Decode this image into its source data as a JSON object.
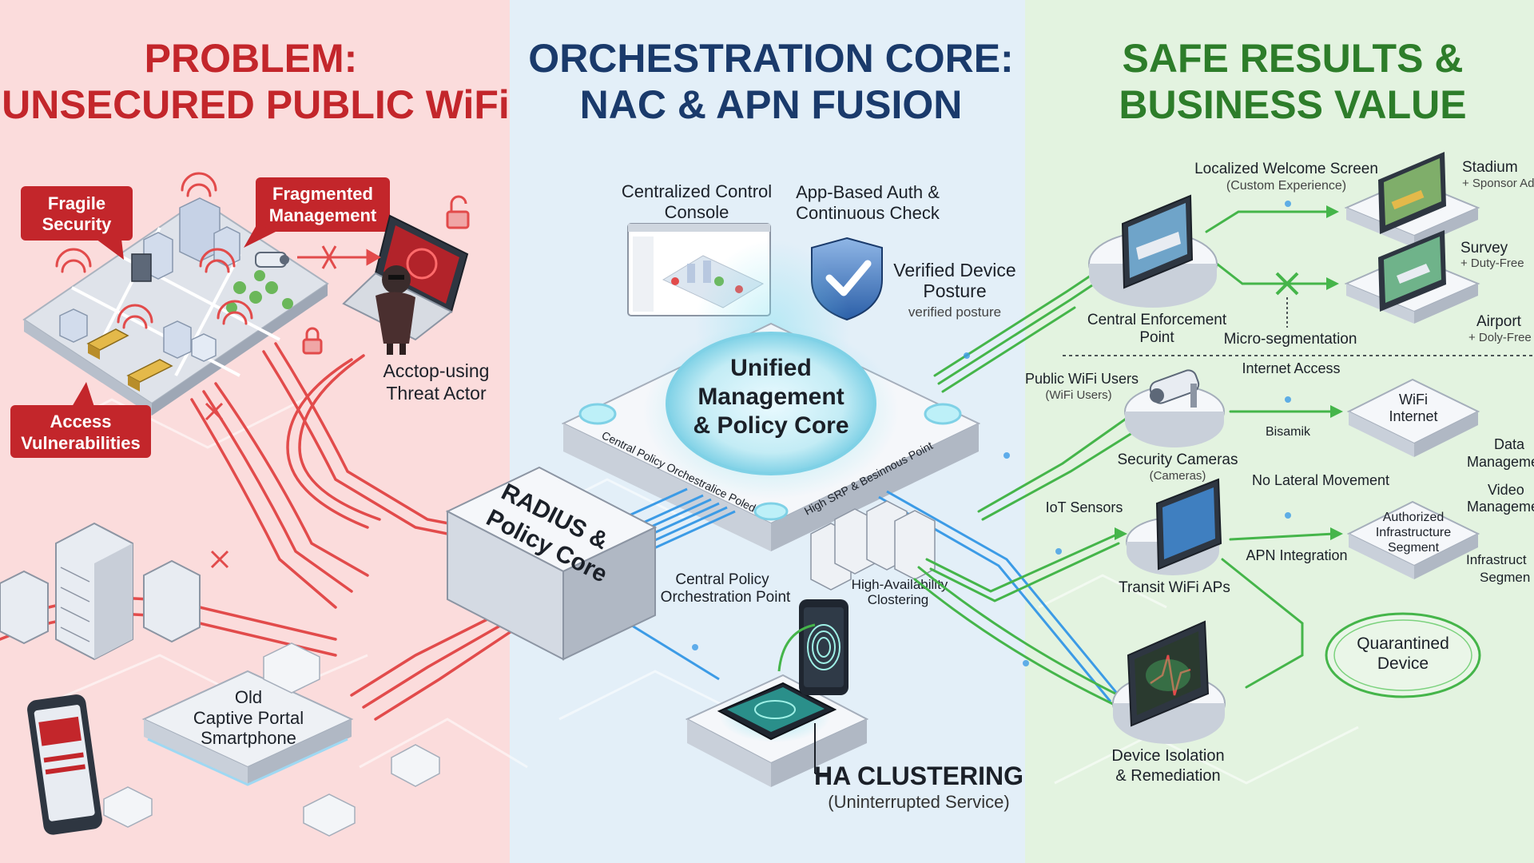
{
  "colors": {
    "problem_bg": "#fbdcdc",
    "core_bg": "#e3eff8",
    "results_bg": "#e3f3e0",
    "problem_accent": "#c3262b",
    "core_accent": "#1a3a6b",
    "results_accent": "#2d7d2a",
    "threat_line": "#e24b4b",
    "secure_line": "#3c9be6",
    "safe_line": "#45b54a"
  },
  "problem": {
    "title_line1": "PROBLEM:",
    "title_line2": "UNSECURED PUBLIC WiFi",
    "callout_fragile_line1": "Fragile",
    "callout_fragile_line2": "Security",
    "callout_fragmented_line1": "Fragmented",
    "callout_fragmented_line2": "Management",
    "callout_access_line1": "Access",
    "callout_access_line2": "Vulnerabilities",
    "threat_actor_line1": "Acctop-using",
    "threat_actor_line2": "Threat Actor",
    "portal_line1": "Old",
    "portal_line2": "Captive Portal",
    "portal_line3": "Smartphone"
  },
  "core": {
    "title_line1": "ORCHESTRATION CORE:",
    "title_line2": "NAC & APN FUSION",
    "console_line1": "Centralized Control",
    "console_line2": "Console",
    "auth_line1": "App-Based Auth &",
    "auth_line2": "Continuous Check",
    "posture_line1": "Verified Device",
    "posture_line2": "Posture",
    "posture_sub": "verified posture",
    "hub_line1": "Unified",
    "hub_line2": "Management",
    "hub_line3": "& Policy Core",
    "edge_left": "Central Policy Orchestralice Poled",
    "edge_right": "High SRP & Besinnous Point",
    "radius_line1": "RADIUS &",
    "radius_line2": "Policy Core",
    "cpo_line1": "Central Policy",
    "cpo_line2": "Orchestration Point",
    "hac_line1": "High-Availability",
    "hac_line2": "Clostering",
    "ha_title": "HA CLUSTERING",
    "ha_sub": "(Uninterrupted Service)"
  },
  "results": {
    "title_line1": "SAFE RESULTS &",
    "title_line2": "BUSINESS VALUE",
    "welcome_line1": "Localized Welcome Screen",
    "welcome_line2": "(Custom Experience)",
    "stadium": "Stadium",
    "stadium_sub": "+ Sponsor Ad",
    "survey": "Survey",
    "survey_sub": "+ Duty-Free",
    "airport": "Airport",
    "airport_sub": "+ Doly-Free",
    "enforcement_line1": "Central Enforcement",
    "enforcement_line2": "Point",
    "microseg": "Micro-segmentation",
    "public_users": "Public WiFi Users",
    "public_users_sub": "(WiFi Users)",
    "internet_access": "Internet Access",
    "wifi_internet_line1": "WiFi",
    "wifi_internet_line2": "Internet",
    "bisamik": "Bisamik",
    "data_mgmt_line1": "Data",
    "data_mgmt_line2": "Manageme",
    "cameras": "Security Cameras",
    "cameras_sub": "(Cameras)",
    "no_lateral": "No Lateral Movement",
    "iot": "IoT Sensors",
    "video_mgmt_line1": "Video",
    "video_mgmt_line2": "Manageme",
    "auth_infra_line1": "Authorized",
    "auth_infra_line2": "Infrastructure",
    "auth_infra_line3": "Segment",
    "infra_seg_line1": "Infrastruct",
    "infra_seg_line2": "Segmen",
    "apn_integration": "APN Integration",
    "transit_aps": "Transit WiFi APs",
    "quarantined_line1": "Quarantined",
    "quarantined_line2": "Device",
    "isolation_line1": "Device Isolation",
    "isolation_line2": "& Remediation"
  }
}
